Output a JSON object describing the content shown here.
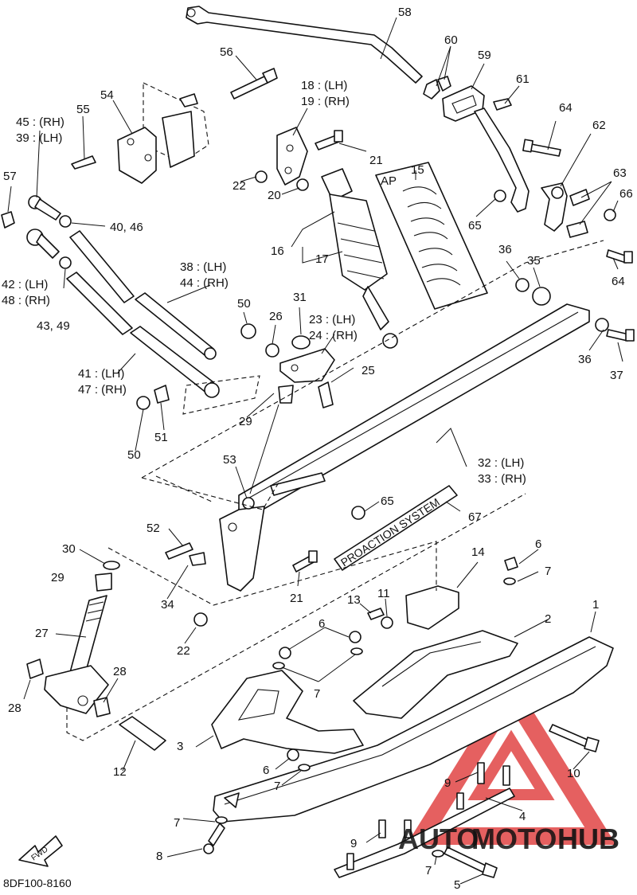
{
  "diagram": {
    "footer_code": "8DF100-8160",
    "fwd_label": "FWD",
    "ap_label": "AP",
    "decal_text": "PROACTION SYSTEM",
    "watermark": {
      "part1": "AUTO",
      "part2": "MOTO",
      "part3": "HUB",
      "color": "#e04444"
    },
    "callouts": {
      "c58": "58",
      "c60": "60",
      "c59": "59",
      "c61": "61",
      "c56": "56",
      "c18": "18 : (LH)",
      "c19": "19 : (RH)",
      "c54": "54",
      "c55": "55",
      "c45": "45 : (RH)",
      "c39": "39 : (LH)",
      "c57": "57",
      "c40": "40, 46",
      "c64a": "64",
      "c62": "62",
      "c63": "63",
      "c66": "66",
      "c21a": "21",
      "c22a": "22",
      "c20": "20",
      "c15": "15",
      "c65a": "65",
      "c16": "16",
      "c17": "17",
      "c42": "42 : (LH)",
      "c48": "48 : (RH)",
      "c43": "43, 49",
      "c38": "38 : (LH)",
      "c44": "44 : (RH)",
      "c36a": "36",
      "c35": "35",
      "c64b": "64",
      "c50a": "50",
      "c31": "31",
      "c26": "26",
      "c23": "23 : (LH)",
      "c24": "24 : (RH)",
      "c36b": "36",
      "c37": "37",
      "c25": "25",
      "c41": "41 : (LH)",
      "c47": "47 : (RH)",
      "c29a": "29",
      "c51": "51",
      "c50b": "50",
      "c32": "32 : (LH)",
      "c33": "33 : (RH)",
      "c53": "53",
      "c65b": "65",
      "c67": "67",
      "c52": "52",
      "c30": "30",
      "c29b": "29",
      "c34": "34",
      "c21b": "21",
      "c14": "14",
      "c6a": "6",
      "c7a": "7",
      "c13": "13",
      "c11": "11",
      "c22b": "22",
      "c27": "27",
      "c6b": "6",
      "c2": "2",
      "c1": "1",
      "c7b": "7",
      "c28a": "28",
      "c28b": "28",
      "c3": "3",
      "c12": "12",
      "c6c": "6",
      "c7c": "7",
      "c9a": "9",
      "c10": "10",
      "c4": "4",
      "c7d": "7",
      "c9b": "9",
      "c8": "8",
      "c7e": "7",
      "c5": "5"
    }
  }
}
